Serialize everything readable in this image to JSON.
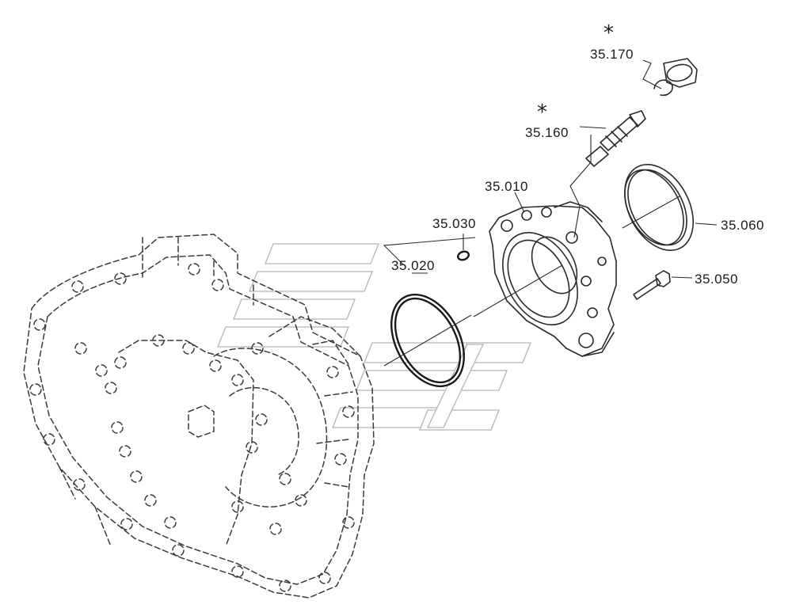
{
  "diagram": {
    "labels": {
      "p35_010": "35.010",
      "p35_020": "35.020",
      "p35_030": "35.030",
      "p35_050": "35.050",
      "p35_060": "35.060",
      "p35_160": "35.160",
      "p35_170": "35.170"
    },
    "marks": {
      "star_160": "*",
      "star_170": "*"
    }
  }
}
